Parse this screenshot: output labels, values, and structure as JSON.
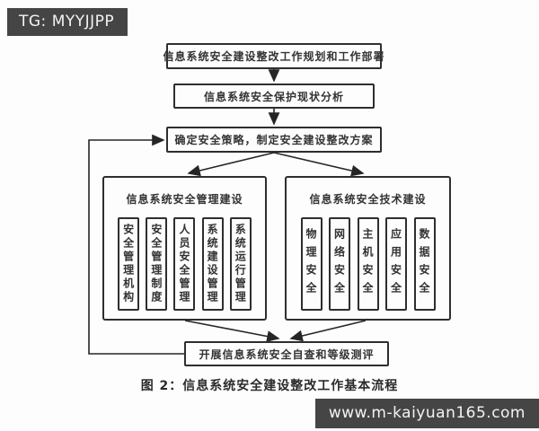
{
  "watermarks": {
    "top_left": "TG: MYYJJPP",
    "bottom_right": "www.m-kaiyuan165.com"
  },
  "diagram": {
    "caption": "图 2：信息系统安全建设整改工作基本流程",
    "nodes": {
      "planning": "信息系统安全建设整改工作规划和工作部署",
      "status_analysis": "信息系统安全保护现状分析",
      "strategy": "确定安全策略，制定安全建设整改方案",
      "self_check": "开展信息系统安全自查和等级测评"
    },
    "management_group": {
      "title": "信息系统安全管理建设",
      "items": [
        "安全管理机构",
        "安全管理制度",
        "人员安全管理",
        "系统建设管理",
        "系统运行管理"
      ]
    },
    "technical_group": {
      "title": "信息系统安全技术建设",
      "items": [
        "物理安全",
        "网络安全",
        "主机安全",
        "应用安全",
        "数据安全"
      ]
    }
  },
  "colors": {
    "badge_background": "#454545",
    "line": "#262626",
    "page_background": "#fdfdfd"
  }
}
